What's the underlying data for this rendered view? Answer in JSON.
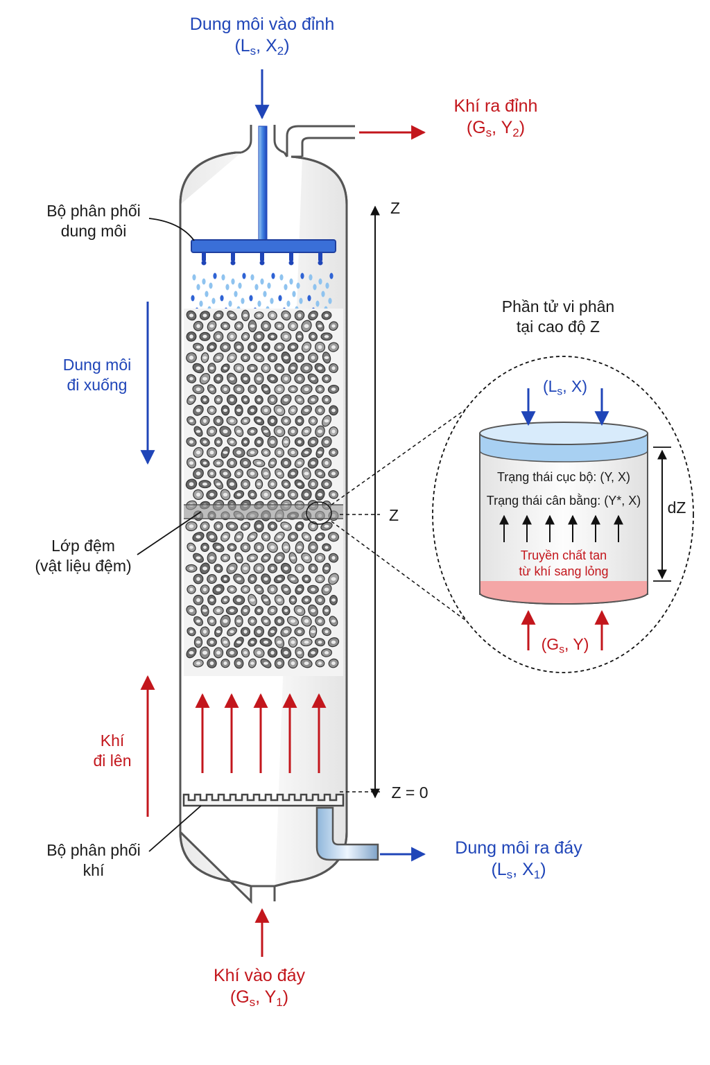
{
  "colors": {
    "liquid": "#1f45b8",
    "gas": "#c3161c",
    "shell": "#555555",
    "packing": "#8a8a8a"
  },
  "top_inlet": {
    "line1": "Dung môi vào đỉnh",
    "open": "(L",
    "s": "s",
    "mid": ", X",
    "n": "2",
    "close": ")"
  },
  "top_outlet": {
    "line1": "Khí ra đỉnh",
    "open": "(G",
    "s": "s",
    "mid": ", Y",
    "n": "2",
    "close": ")"
  },
  "liquid_distributor": {
    "line1": "Bộ phân phối",
    "line2": "dung môi"
  },
  "liquid_down": {
    "line1": "Dung môi",
    "line2": "đi xuống"
  },
  "packing": {
    "line1": "Lớp đệm",
    "line2": "(vật liệu đệm)"
  },
  "gas_up": {
    "line1": "Khí",
    "line2": "đi lên"
  },
  "gas_distributor": {
    "line1": "Bộ phân phối",
    "line2": "khí"
  },
  "bottom_outlet": {
    "line1": "Dung môi ra đáy",
    "open": "(L",
    "s": "s",
    "mid": ", X",
    "n": "1",
    "close": ")"
  },
  "bottom_inlet": {
    "line1": "Khí vào đáy",
    "open": "(G",
    "s": "s",
    "mid": ", Y",
    "n": "1",
    "close": ")"
  },
  "axis": {
    "top": "Z",
    "mid": "Z",
    "zero": "Z = 0"
  },
  "element": {
    "title1": "Phần tử vi phân",
    "title2": "tại cao độ Z",
    "top_open": "(L",
    "top_s": "s",
    "top_close": ", X)",
    "state_local": "Trạng thái cục bộ: (Y, X)",
    "state_eq": "Trạng thái cân bằng: (Y*, X)",
    "transfer1": "Truyền chất tan",
    "transfer2": "từ khí sang lỏng",
    "bottom_open": "(G",
    "bottom_s": "s",
    "bottom_close": ", Y)",
    "height": "dZ"
  }
}
